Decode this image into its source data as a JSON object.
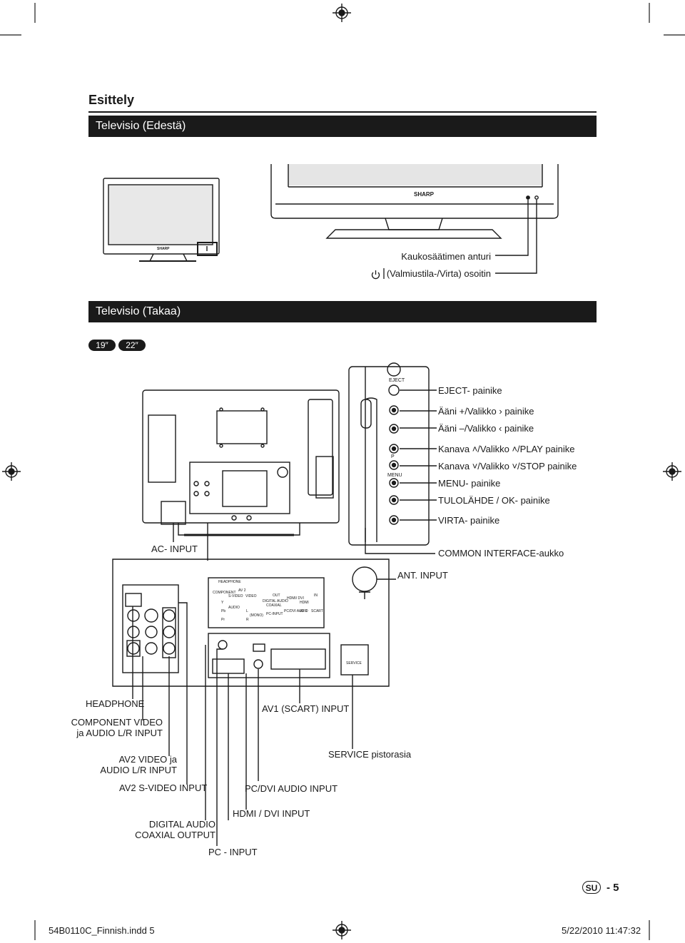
{
  "page": {
    "heading": "Esittely",
    "section_front": "Televisio (Edestä)",
    "section_rear": "Televisio (Takaa)",
    "sizes": [
      "19″",
      "22″"
    ],
    "brand": "SHARP"
  },
  "front_labels": {
    "remote_sensor": "Kaukosäätimen anturi",
    "standby_indicator": "(Valmiustila-/Virta) osoitin"
  },
  "panel_labels": {
    "eject": "EJECT",
    "p": "P",
    "menu": "MENU"
  },
  "side_buttons": [
    "EJECT- painike",
    "Ääni +/Valikko › painike",
    "Ääni –/Valikko ‹ painike",
    "Kanava ˄/Valikko ˄/PLAY painike",
    "Kanava ˅/Valikko ˅/STOP painike",
    "MENU- painike",
    "TULOLÄHDE / OK- painike",
    "VIRTA- painike"
  ],
  "rear_labels": {
    "ac_input": "AC- INPUT",
    "common_interface": "COMMON INTERFACE-aukko",
    "ant_input": "ANT. INPUT",
    "headphone": "HEADPHONE",
    "component_1": "COMPONENT VIDEO",
    "component_2": "ja AUDIO L/R INPUT",
    "av1_scart": "AV1 (SCART) INPUT",
    "av2_video_1": "AV2 VIDEO ja",
    "av2_video_2": "AUDIO L/R INPUT",
    "service": "SERVICE pistorasia",
    "av2_svideo": "AV2 S-VIDEO INPUT",
    "pc_dvi_audio": "PC/DVI AUDIO INPUT",
    "hdmi_dvi": "HDMI / DVI INPUT",
    "digital_audio_1": "DIGITAL AUDIO",
    "digital_audio_2": "COAXIAL OUTPUT",
    "pc_input": "PC - INPUT"
  },
  "connector_panel": {
    "headphone": "HEADPHONE",
    "component": "COMPONENT",
    "av2": "AV 2",
    "svideo": "S-VIDEO",
    "video": "VIDEO",
    "audio": "AUDIO",
    "y": "Y",
    "pb": "Pb",
    "pr": "Pr",
    "l": "L",
    "r": "R",
    "mono": "(MONO)",
    "out": "OUT",
    "in": "IN",
    "digital_audio": "DIGITAL AUDIO",
    "coaxial": "COAXIAL",
    "hdmi_dvi": "HDMI/ DVI",
    "hdmi_logo": "HDMI",
    "pc_input": "PC-INPUT",
    "pc_dvi_audio": "PC/DVI AUDIO",
    "av1": "AV 1",
    "scart": "SCART",
    "service": "SERVICE"
  },
  "footer": {
    "file": "54B0110C_Finnish.indd   5",
    "date": "5/22/2010   11:47:32",
    "lang_badge": "SU",
    "page_number": "- 5"
  }
}
